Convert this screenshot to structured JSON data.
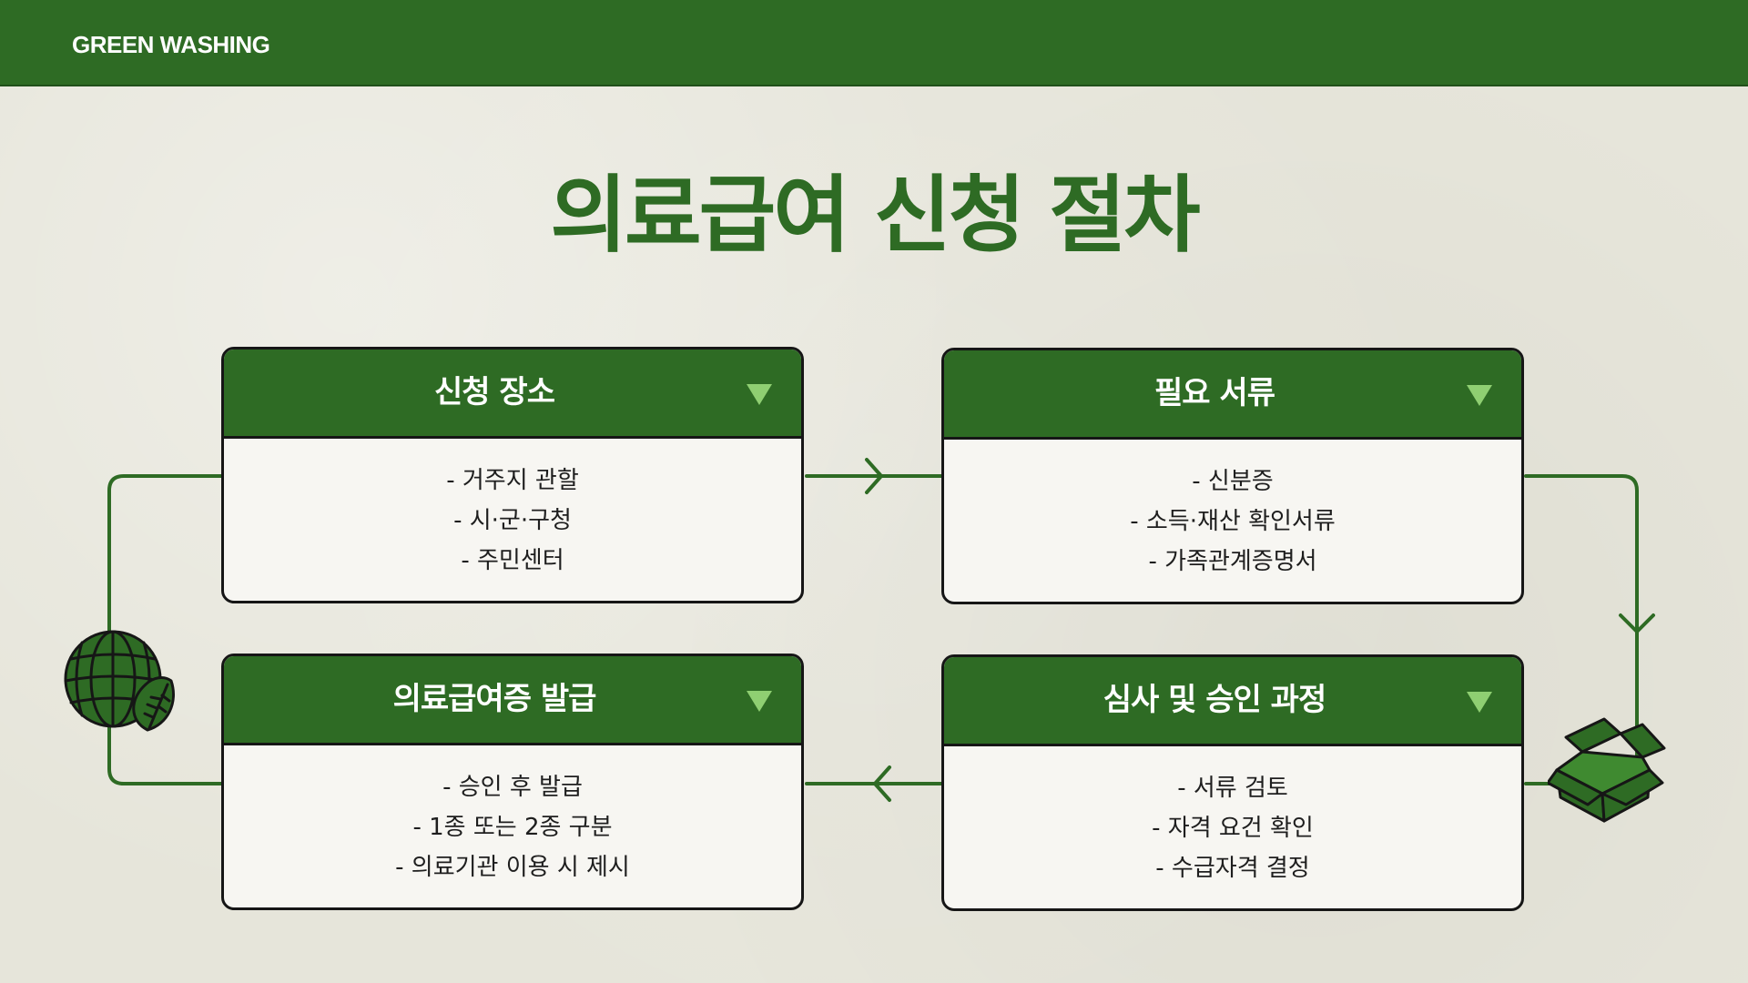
{
  "header": {
    "brand": "GREEN WASHING"
  },
  "title": "의료급여 신청 절차",
  "colors": {
    "brand_green": "#2e6b24",
    "toggle_green": "#8fcf72",
    "card_bg": "#f7f6f2",
    "background": "#e6e5da"
  },
  "steps": [
    {
      "title": "신청 장소",
      "items": [
        "- 거주지 관할",
        "- 시·군·구청",
        "- 주민센터"
      ]
    },
    {
      "title": "필요 서류",
      "items": [
        "- 신분증",
        "- 소득·재산 확인서류",
        "- 가족관계증명서"
      ]
    },
    {
      "title": "심사 및 승인 과정",
      "items": [
        "- 서류 검토",
        "- 자격 요건 확인",
        "- 수급자격 결정"
      ]
    },
    {
      "title": "의료급여증 발급",
      "items": [
        "- 승인 후 발급",
        "- 1종 또는 2종 구분",
        "- 의료기관 이용 시 제시"
      ]
    }
  ],
  "icons": {
    "toggle": "triangle-down-icon",
    "arrow": "chevron-arrow-icon",
    "globe": "globe-leaf-icon",
    "box": "open-box-icon"
  }
}
